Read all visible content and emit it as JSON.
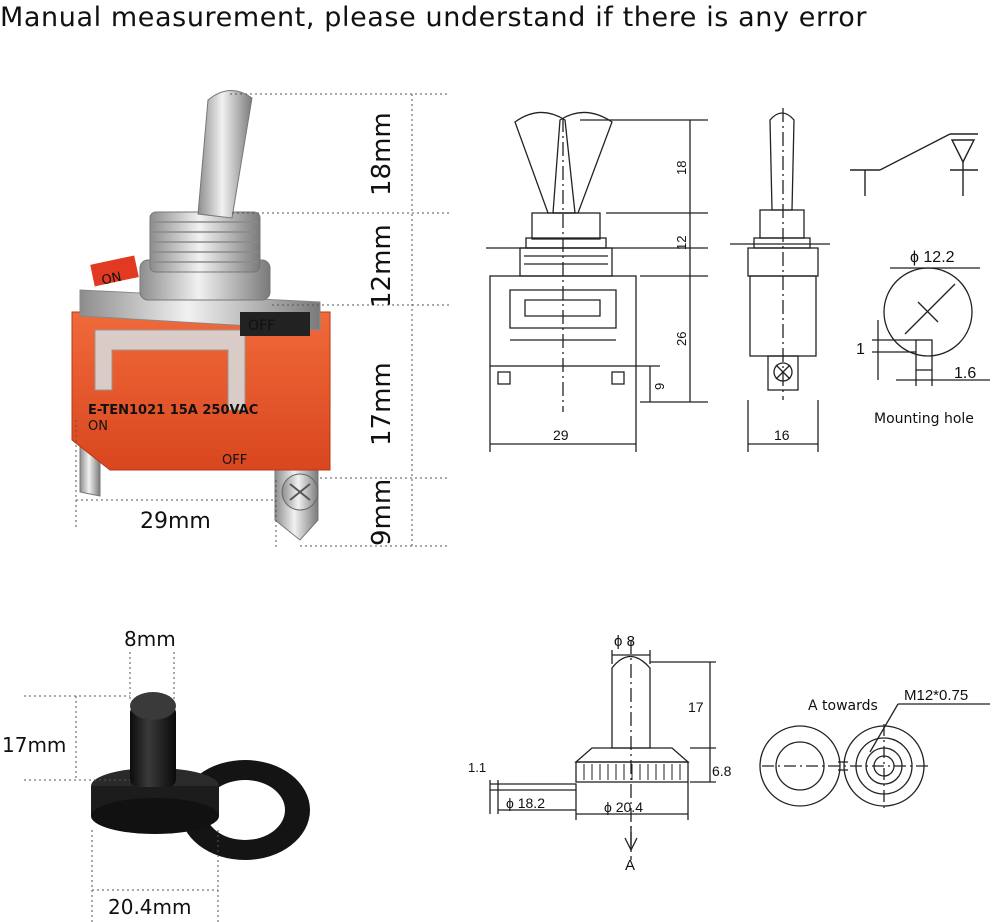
{
  "title": "Manual measurement, please understand if there is any error",
  "photo_switch": {
    "dims": {
      "toggle": "18mm",
      "bushing": "12mm",
      "body": "17mm",
      "terminal": "9mm",
      "width": "29mm"
    },
    "printed": {
      "on_tag": "ON",
      "off_tag": "OFF",
      "model": "E-TEN1021 15A 250VAC",
      "on": "ON",
      "off": "OFF"
    }
  },
  "drawing_front": {
    "d18": "18",
    "d12": "12",
    "d26": "26",
    "d9": "9",
    "d29": "29"
  },
  "drawing_side": {
    "d16": "16"
  },
  "mounting_hole": {
    "phi": "ϕ 12.2",
    "d1": "1",
    "d16": "1.6",
    "caption": "Mounting hole"
  },
  "photo_cap": {
    "d8": "8mm",
    "d17": "17mm",
    "d204": "20.4mm"
  },
  "drawing_cap": {
    "phi8": "ϕ 8",
    "d17": "17",
    "d11": "1.1",
    "d68": "6.8",
    "phi182": "ϕ 18.2",
    "phi204": "ϕ 20.4",
    "a": "A"
  },
  "drawing_top": {
    "a_towards": "A towards",
    "thread": "M12*0.75"
  },
  "colors": {
    "switch_body": "#e8532a",
    "metal": "#c9c9c9",
    "rubber": "#1b1b1b",
    "line": "#222222"
  }
}
